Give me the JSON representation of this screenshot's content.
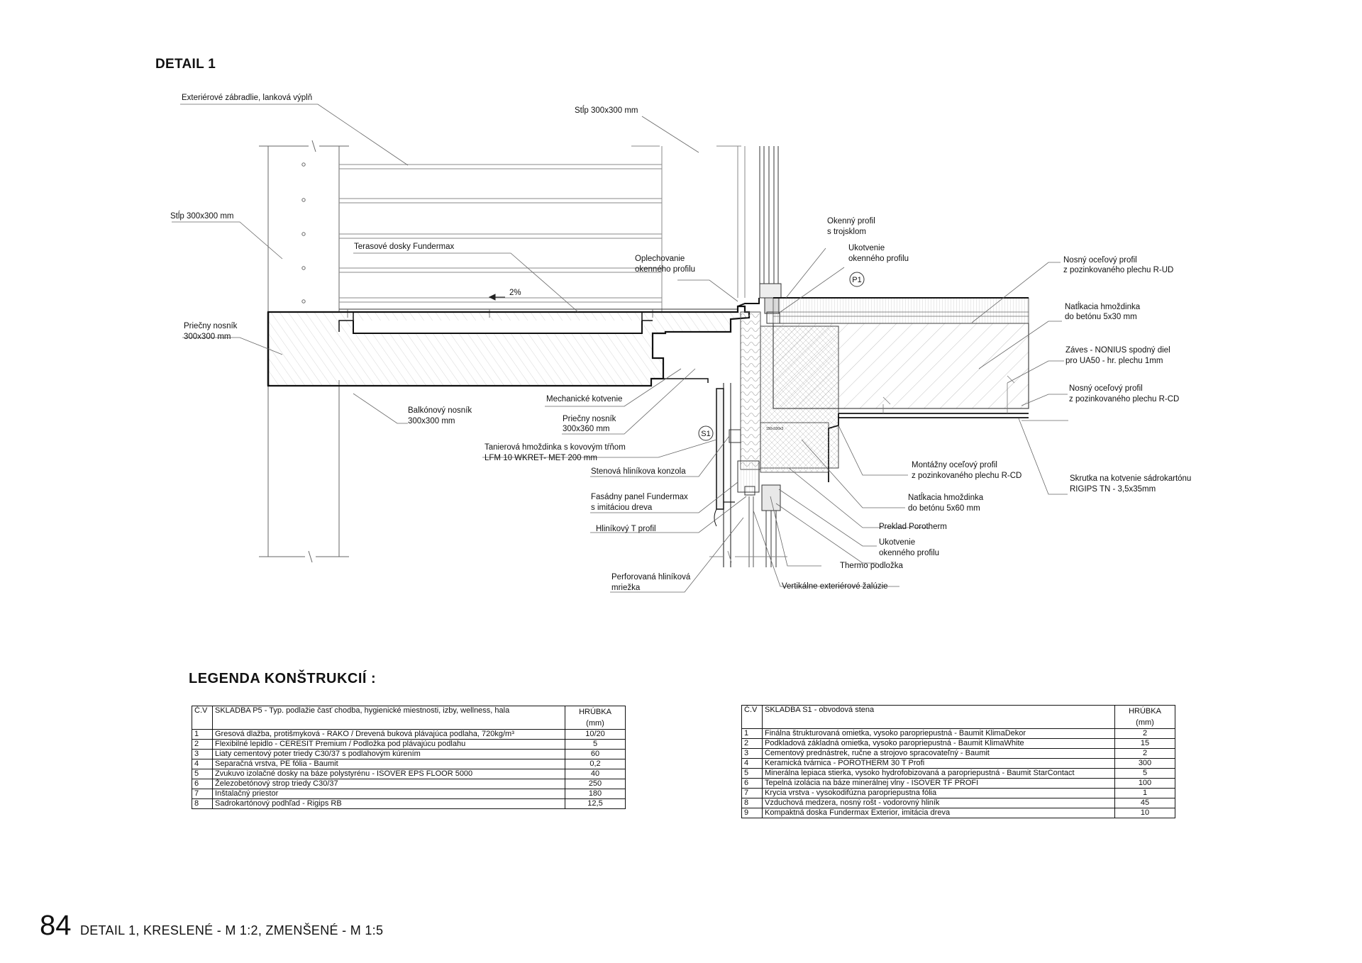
{
  "title": "DETAIL 1",
  "labels": {
    "zabradlie": "Exteriérové zábradlie, lanková výplň",
    "stlp_top": "Stĺp 300x300 mm",
    "stlp_left": "Stĺp 300x300 mm",
    "terasove": "Terasové dosky Fundermax",
    "slope": "2%",
    "priecny_l1": "Priečny nosník",
    "priecny_l2": "300x300 mm",
    "balkonovy_l1": "Balkónový nosník",
    "balkonovy_l2": "300x300 mm",
    "oplech_l1": "Oplechovanie",
    "oplech_l2": "okenného profilu",
    "mech": "Mechanické kotvenie",
    "priecny360_l1": "Priečny  nosník",
    "priecny360_l2": "300x360 mm",
    "tanier_l1": "Tanierová hmoždinka s kovovým tŕňom",
    "tanier_l2": "LFM 10 WKRET- MET 200 mm",
    "stenova": "Stenová hliníkova konzola",
    "fasadny_l1": "Fasádny panel Fundermax",
    "fasadny_l2": "s imitáciou dreva",
    "hlinikovy": "Hliníkový T profil",
    "perf_l1": "Perforovaná hliníková",
    "perf_l2": "mriežka",
    "okenny_l1": "Okenný profil",
    "okenny_l2": "s trojsklom",
    "ukot_top_l1": "Ukotvenie",
    "ukot_top_l2": "okenného profilu",
    "p1": "P1",
    "s1": "S1",
    "nosny_ud_l1": "Nosný oceľový profil",
    "nosny_ud_l2": "z pozinkovaného plechu R-UD",
    "natlk1_l1": "Natĺkacia hmoždinka",
    "natlk1_l2": "do betónu 5x30 mm",
    "zaves_l1": "Záves - NONIUS spodný diel",
    "zaves_l2": "pro UA50 - hr. plechu 1mm",
    "nosny_cd_l1": "Nosný oceľový profil",
    "nosny_cd_l2": "z pozinkovaného plechu R-CD",
    "montazny_l1": "Montážny oceľový profil",
    "montazny_l2": "z pozinkovaného plechu R-CD",
    "skrutka_l1": "Skrutka na kotvenie sádrokartónu",
    "skrutka_l2": "RIGIPS TN - 3,5x35mm",
    "natlk2_l1": "Natĺkacia hmoždinka",
    "natlk2_l2": "do betónu 5x60 mm",
    "preklad": "Preklad Porotherm",
    "ukot_bot_l1": "Ukotvenie",
    "ukot_bot_l2": "okenného profilu",
    "thermo": "Thermo podložka",
    "vertikalne": "Vertikálne exteriérové žalúzie",
    "small_tag": "150x100x3"
  },
  "legend": {
    "title": "LEGENDA KONŠTRUKCIÍ :",
    "p5": {
      "h_no": "Č.V",
      "h_name": "SKLADBA P5 - Typ. podlažie časť chodba, hygienické miestnosti, izby, wellness, hala",
      "h_mm1": "HRÚBKA",
      "h_mm2": "(mm)",
      "rows": [
        {
          "no": "1",
          "name": "Gresová dlažba, protišmyková - RAKO / Drevená buková plávajúca podlaha, 720kg/m³",
          "mm": "10/20"
        },
        {
          "no": "2",
          "name": "Flexibilné lepidlo - CERESIT Premium / Podložka pod plávajúcu podlahu",
          "mm": "5"
        },
        {
          "no": "3",
          "name": "Liaty cementový poter triedy C30/37 s podlahovým kúrením",
          "mm": "60"
        },
        {
          "no": "4",
          "name": "Separačná vrstva, PE fólia - Baumit",
          "mm": "0,2"
        },
        {
          "no": "5",
          "name": "Zvukuvo izolačné dosky na báze polystyrénu - ISOVER EPS FLOOR 5000",
          "mm": "40"
        },
        {
          "no": "6",
          "name": "Železobetónový strop triedy C30/37",
          "mm": "250"
        },
        {
          "no": "7",
          "name": "Inštalačný priestor",
          "mm": "180"
        },
        {
          "no": "8",
          "name": "Sadrokartónový podhľad - Rigips RB",
          "mm": "12,5"
        }
      ]
    },
    "s1": {
      "h_no": "Č.V",
      "h_name": "SKLADBA S1 - obvodová stena",
      "h_mm1": "HRÚBKA",
      "h_mm2": "(mm)",
      "rows": [
        {
          "no": "1",
          "name": "Finálna štrukturovaná omietka, vysoko paropriepustná - Baumit KlimaDekor",
          "mm": "2"
        },
        {
          "no": "2",
          "name": "Podkladová základná omietka, vysoko paropriepustná - Baumit KlimaWhite",
          "mm": "15"
        },
        {
          "no": "3",
          "name": "Cementový prednástrek, ručne a strojovo spracovateľný - Baumit",
          "mm": "2"
        },
        {
          "no": "4",
          "name": "Keramická tvárnica - POROTHERM 30 T Profi",
          "mm": "300"
        },
        {
          "no": "5",
          "name": "Minerálna lepiaca stierka, vysoko hydrofobizovaná a paropriepustná - Baumit StarContact",
          "mm": "5"
        },
        {
          "no": "6",
          "name": "Tepelná izolácia na báze minerálnej vlny - ISOVER TF PROFI",
          "mm": "100"
        },
        {
          "no": "7",
          "name": "Krycia vrstva - vysokodifúzna paropriepustna fólia",
          "mm": "1"
        },
        {
          "no": "8",
          "name": "Vzduchová medzera, nosný rošt - vodorovný hliník",
          "mm": "45"
        },
        {
          "no": "9",
          "name": "Kompaktná doska Fundermax Exterior, imitácia dreva",
          "mm": "10"
        }
      ]
    }
  },
  "footer": {
    "page": "84",
    "caption": "DETAIL 1, KRESLENÉ - M 1:2, ZMENŠENÉ - M 1:5"
  }
}
